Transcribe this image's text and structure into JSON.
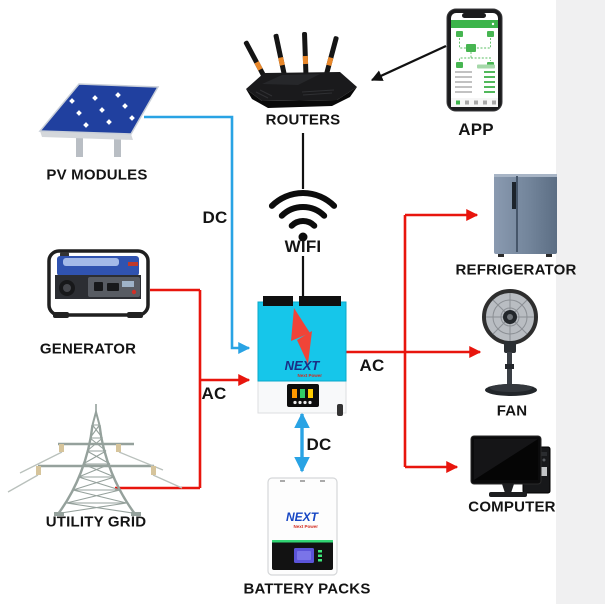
{
  "labels": {
    "pv_modules": "PV MODULES",
    "routers": "ROUTERS",
    "app": "APP",
    "wifi": "WIFI",
    "generator": "GENERATOR",
    "utility_grid": "UTILITY GRID",
    "battery_packs": "BATTERY PACKS",
    "refrigerator": "REFRIGERATOR",
    "fan": "FAN",
    "computer": "COMPUTER",
    "dc_pv": "DC",
    "ac_input": "AC",
    "ac_output": "AC",
    "dc_battery": "DC"
  },
  "inverter": {
    "logo": "NEXT",
    "logo_sub": "Next Power"
  },
  "battery": {
    "logo": "NEXT",
    "logo_sub": "Next Power"
  },
  "colors": {
    "dc_line": "#29a3e4",
    "ac_line": "#e8150d",
    "signal_line": "#111111",
    "inverter_body": "#16c6ea"
  },
  "connections": [
    {
      "from": "PV MODULES",
      "to": "INVERTER",
      "type": "DC",
      "color": "#29a3e4"
    },
    {
      "from": "GENERATOR",
      "to": "INVERTER",
      "type": "AC",
      "color": "#e8150d"
    },
    {
      "from": "UTILITY GRID",
      "to": "INVERTER",
      "type": "AC",
      "color": "#e8150d"
    },
    {
      "from": "INVERTER",
      "to": "BATTERY PACKS",
      "type": "DC",
      "bidirectional": true,
      "color": "#29a3e4"
    },
    {
      "from": "INVERTER",
      "to": "REFRIGERATOR",
      "type": "AC",
      "color": "#e8150d"
    },
    {
      "from": "INVERTER",
      "to": "FAN",
      "type": "AC",
      "color": "#e8150d"
    },
    {
      "from": "INVERTER",
      "to": "COMPUTER",
      "type": "AC",
      "color": "#e8150d"
    },
    {
      "from": "ROUTERS",
      "to": "INVERTER",
      "via": "WIFI",
      "type": "signal",
      "color": "#111111"
    },
    {
      "from": "APP",
      "to": "ROUTERS",
      "type": "signal",
      "color": "#111111"
    }
  ]
}
